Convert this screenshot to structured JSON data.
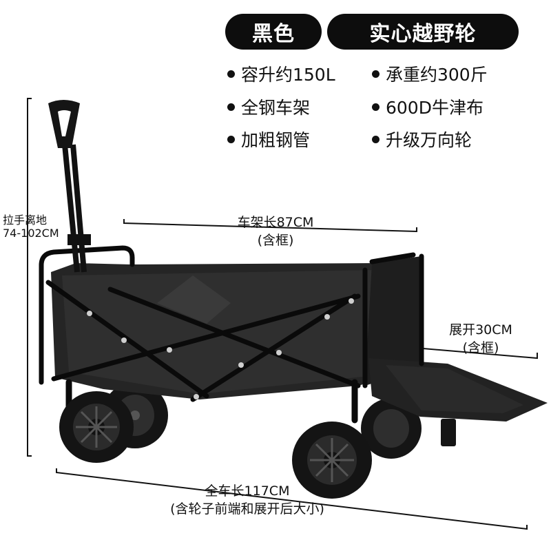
{
  "badges": {
    "color": "黑色",
    "wheel": "实心越野轮"
  },
  "features": [
    "容升约150L",
    "承重约300斤",
    "全钢车架",
    "600D牛津布",
    "加粗钢管",
    "升级万向轮"
  ],
  "dimensions": {
    "handle_label": "拉手离地",
    "handle_value": "74-102CM",
    "frame_length": "车架长87CM",
    "frame_note": "(含框)",
    "unfold": "展开30CM",
    "unfold_note": "(含框)",
    "total_length": "全车长117CM",
    "total_note": "(含轮子前端和展开后大小)"
  },
  "colors": {
    "badge_bg": "#0d0d0d",
    "fabric": "#262626",
    "frame": "#0a0a0a"
  },
  "product": "folding-wagon-photo"
}
